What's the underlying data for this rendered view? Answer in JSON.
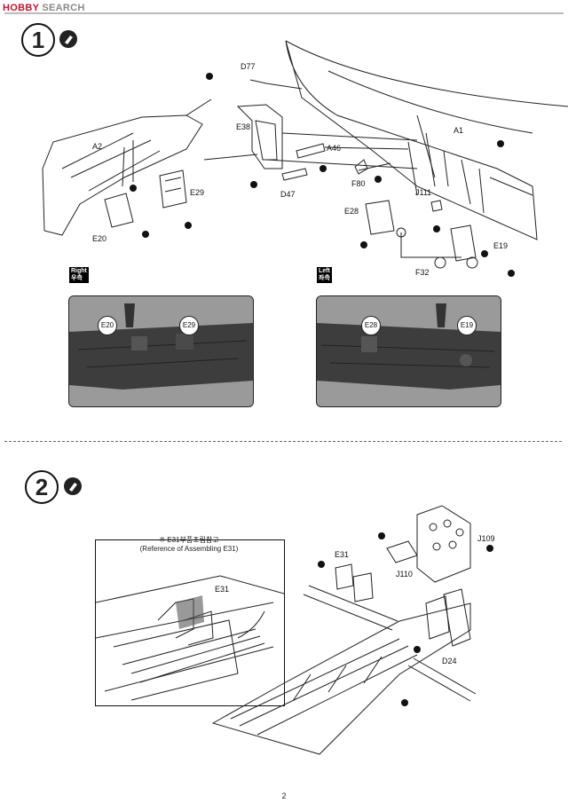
{
  "watermark": {
    "brand": "HOBBY",
    "rest": " SEARCH"
  },
  "step1": {
    "number": "1",
    "labels": {
      "d77": "D77",
      "e38": "E38",
      "a46": "A46",
      "a2": "A2",
      "a1": "A1",
      "e29": "E29",
      "e20": "E20",
      "d47": "D47",
      "f80": "F80",
      "j111": "J111",
      "e28": "E28",
      "e19": "E19",
      "f32": "F32"
    },
    "right_photo": {
      "tag_en": "Right",
      "tag_ko": "우측",
      "callout1": "E20",
      "callout2": "E29"
    },
    "left_photo": {
      "tag_en": "Left",
      "tag_ko": "좌측",
      "callout1": "E28",
      "callout2": "E19"
    }
  },
  "step2": {
    "number": "2",
    "reference": {
      "note_ko": "※ E31부품조립참고",
      "note_en": "(Reference of Assembling E31)",
      "part": "E31"
    },
    "labels": {
      "e31": "E31",
      "j109": "J109",
      "j110": "J110",
      "d24": "D24"
    }
  },
  "page_number": "2"
}
